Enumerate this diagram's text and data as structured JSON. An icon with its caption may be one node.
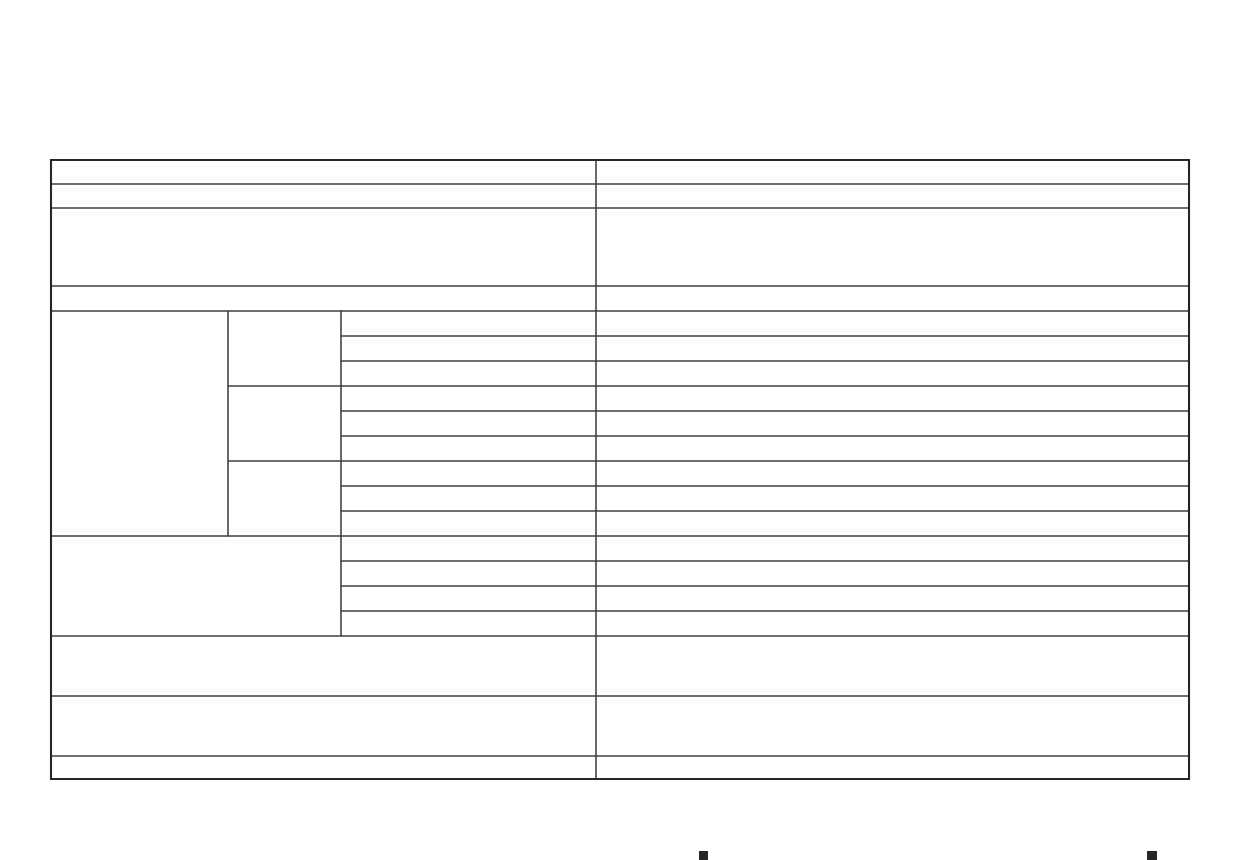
{
  "diagram": {
    "nodes": [
      {
        "text": [],
        "shape": "box"
      },
      {
        "text": [],
        "shape": "box"
      },
      {
        "text": [],
        "shape": "box"
      },
      {
        "text": [],
        "shape": "box"
      },
      {
        "text": [],
        "shape": "box"
      },
      {
        "text": [],
        "shape": "box"
      },
      {
        "text": [],
        "shape": "box"
      },
      {
        "text": [],
        "shape": "box"
      },
      {
        "text": [],
        "shape": "box"
      },
      {
        "text": [],
        "shape": "box"
      },
      {
        "text": [],
        "shape": "box"
      },
      {
        "text": [],
        "shape": "box"
      },
      {
        "text": [],
        "shape": "box"
      },
      {
        "text": [],
        "shape": "box"
      },
      {
        "text": [],
        "shape": "box"
      },
      {
        "text": [],
        "shape": "box"
      },
      {
        "text": [],
        "shape": "box"
      },
      {
        "text": [],
        "shape": "box"
      },
      {
        "text": [],
        "shape": "box"
      },
      {
        "text": [],
        "shape": "box"
      },
      {
        "text": [],
        "shape": "box"
      },
      {
        "text": [],
        "shape": "box"
      },
      {
        "text": [],
        "shape": "box"
      },
      {
        "text": [],
        "shape": "box"
      },
      {
        "text": [],
        "shape": "box"
      },
      {
        "text": [],
        "shape": "box"
      },
      {
        "text": [],
        "shape": "box"
      },
      {
        "text": [],
        "shape": "box"
      },
      {
        "text": [],
        "shape": "box"
      },
      {
        "text": [],
        "shape": "box"
      },
      {
        "text": [],
        "shape": "box"
      },
      {
        "text": [],
        "shape": "box"
      },
      {
        "text": [],
        "shape": "box"
      },
      {
        "text": [],
        "shape": "box"
      },
      {
        "text": [],
        "shape": "box"
      },
      {
        "text": [],
        "shape": "box"
      },
      {
        "text": [],
        "shape": "box"
      },
      {
        "text": [],
        "shape": "box"
      },
      {
        "text": [],
        "shape": "box"
      },
      {
        "text": [],
        "shape": "box"
      },
      {
        "text": [],
        "shape": "box"
      },
      {
        "text": [],
        "shape": "box"
      },
      {
        "text": [],
        "shape": "box"
      },
      {
        "text": [],
        "shape": "box"
      },
      {
        "text": [],
        "shape": "box"
      }
    ]
  }
}
